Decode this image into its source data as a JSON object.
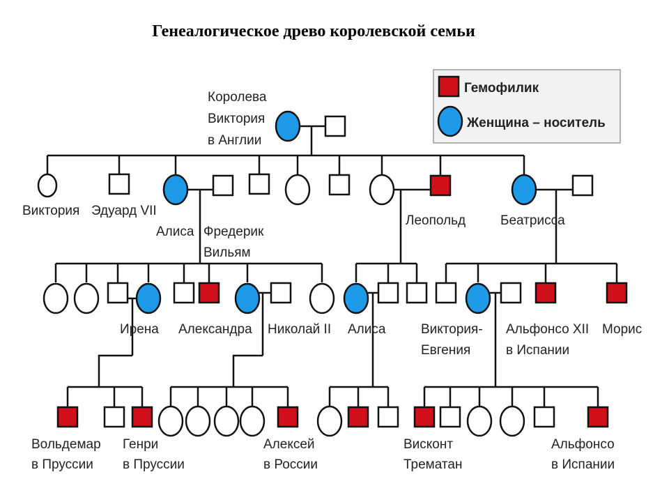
{
  "title": "Генеалогическое древо королевской семьи",
  "colors": {
    "hemophiliac": "#d0101a",
    "carrier": "#1e9be8",
    "line": "#111111",
    "legend_bg": "#f2f2f2"
  },
  "legend": {
    "hemophiliac": "Гемофилик",
    "carrier": "Женщина – носитель"
  },
  "labels": {
    "victoria_queen_1": "Королева",
    "victoria_queen_2": "Виктория",
    "victoria_queen_3": "в Англии",
    "victoria": "Виктория",
    "edward": "Эдуард VII",
    "alice_gen2": "Алиса",
    "frederick_1": "Фредерик",
    "frederick_2": "Вильям",
    "leopold": "Леопольд",
    "beatrice": "Беатрисса",
    "irene": "Ирена",
    "alexandra": "Александра",
    "nicholas": "Николай II",
    "alice_gen3": "Алиса",
    "victoria_eugenie_1": "Виктория-",
    "victoria_eugenie_2": "Евгения",
    "alfonso13_1": "Альфонсо XII",
    "alfonso13_2": "в Испании",
    "maurice": "Морис",
    "waldemar_1": "Вольдемар",
    "waldemar_2": "в Пруссии",
    "henry_1": "Генри",
    "henry_2": "в Пруссии",
    "alexei_1": "Алексей",
    "alexei_2": "в России",
    "viscount_1": "Висконт",
    "viscount_2": "Трематан",
    "alfonso_1": "Альфонсо",
    "alfonso_2": "в Испании"
  }
}
